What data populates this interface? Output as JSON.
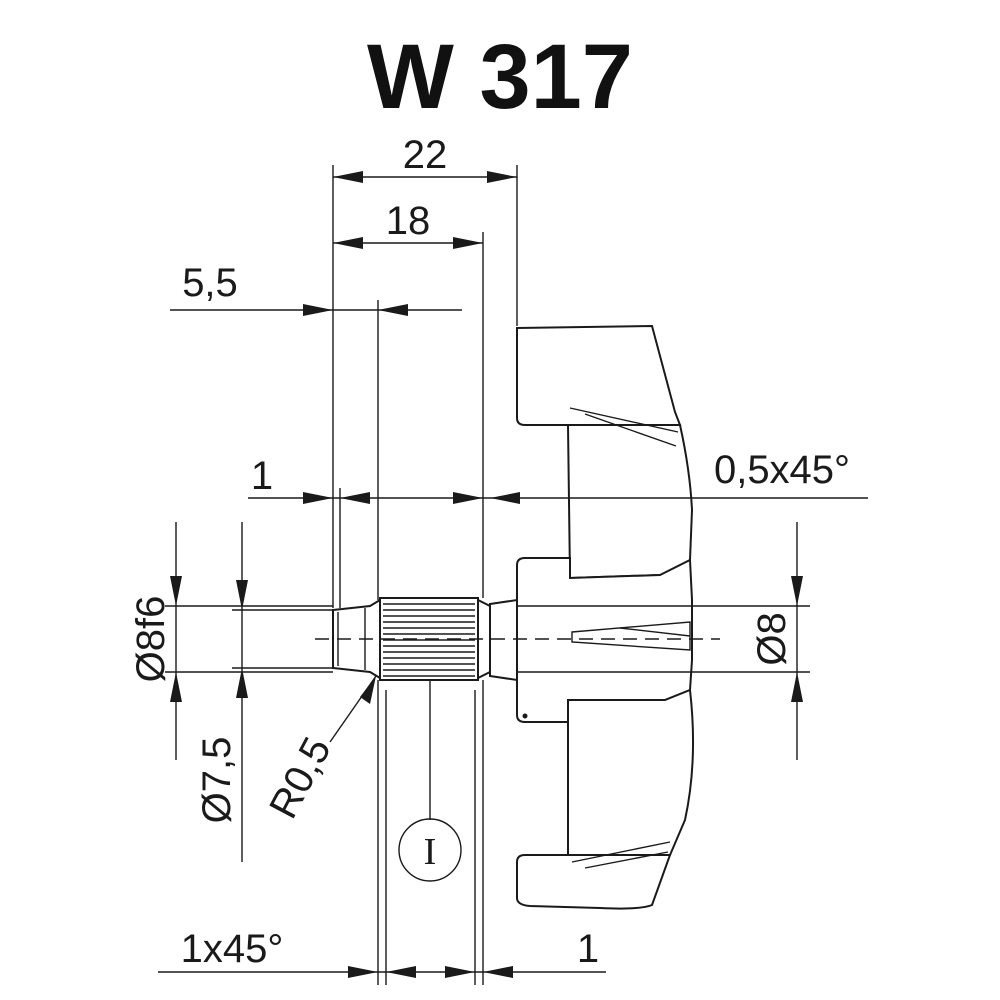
{
  "title": "W 317",
  "dimensions": {
    "length_22": "22",
    "length_18": "18",
    "length_5_5": "5,5",
    "length_1_top": "1",
    "chamfer_top": "0,5x45°",
    "dia_8f6": "Ø8f6",
    "dia_7_5": "Ø7,5",
    "radius": "R0,5",
    "dia_8": "Ø8",
    "chamfer_bottom": "1x45°",
    "length_1_bottom": "1"
  },
  "detail_marker": "I"
}
